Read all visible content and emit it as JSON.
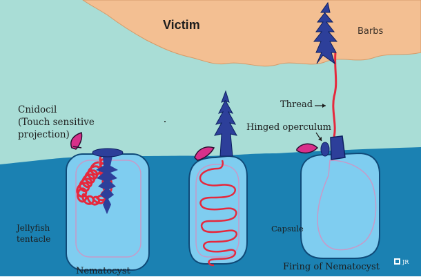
{
  "labels": {
    "victim": "Victim",
    "barbs": "Barbs",
    "cnidocil_line1": "Cnidocil",
    "cnidocil_line2": "(Touch sensitive",
    "cnidocil_line3": "projection)",
    "thread": "Thread",
    "hinged_operculum": "Hinged operculum",
    "jellyfish_line1": "Jellyfish",
    "jellyfish_line2": "tentacle",
    "capsule": "Capsule",
    "nematocyst": "Nematocyst",
    "firing": "Firing of Nematocyst",
    "credit": "JR"
  },
  "colors": {
    "background": "#a9ddd6",
    "victim_fill": "#f3bf92",
    "tentacle_fill": "#1b81b2",
    "capsule_fill": "#7fcdf0",
    "coil": "#e6283c",
    "barb": "#2d3f9a",
    "cnidocil": "#d8308a"
  }
}
